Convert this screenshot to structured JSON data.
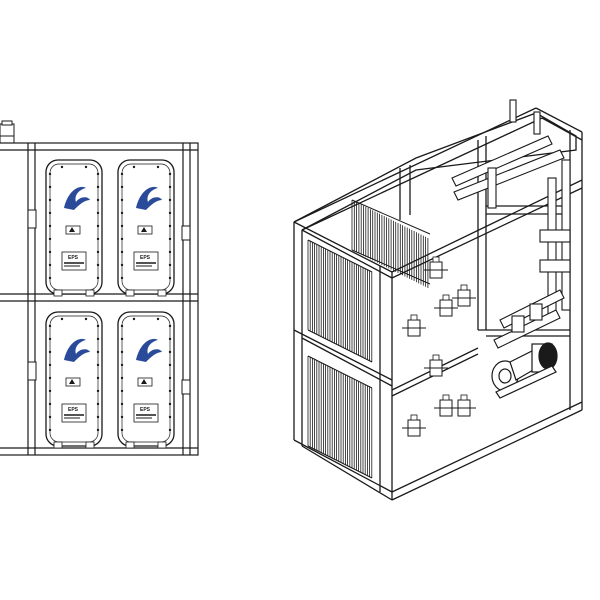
{
  "drawing": {
    "colors": {
      "line": "#1a1a1a",
      "background": "#ffffff",
      "logo": "#2a4a9a"
    },
    "front_view": {
      "module_count": 4,
      "module_badge_texts": [
        "EPS",
        "EPS",
        "EPS",
        "EPS"
      ],
      "icons": [
        "wave-logo-icon",
        "warning-sign-icon",
        "pipe-elbow-icon"
      ]
    },
    "iso_view": {
      "icons": [
        "plate-stack-icon",
        "pump-motor-icon",
        "pipe-manifold-icon"
      ]
    }
  }
}
